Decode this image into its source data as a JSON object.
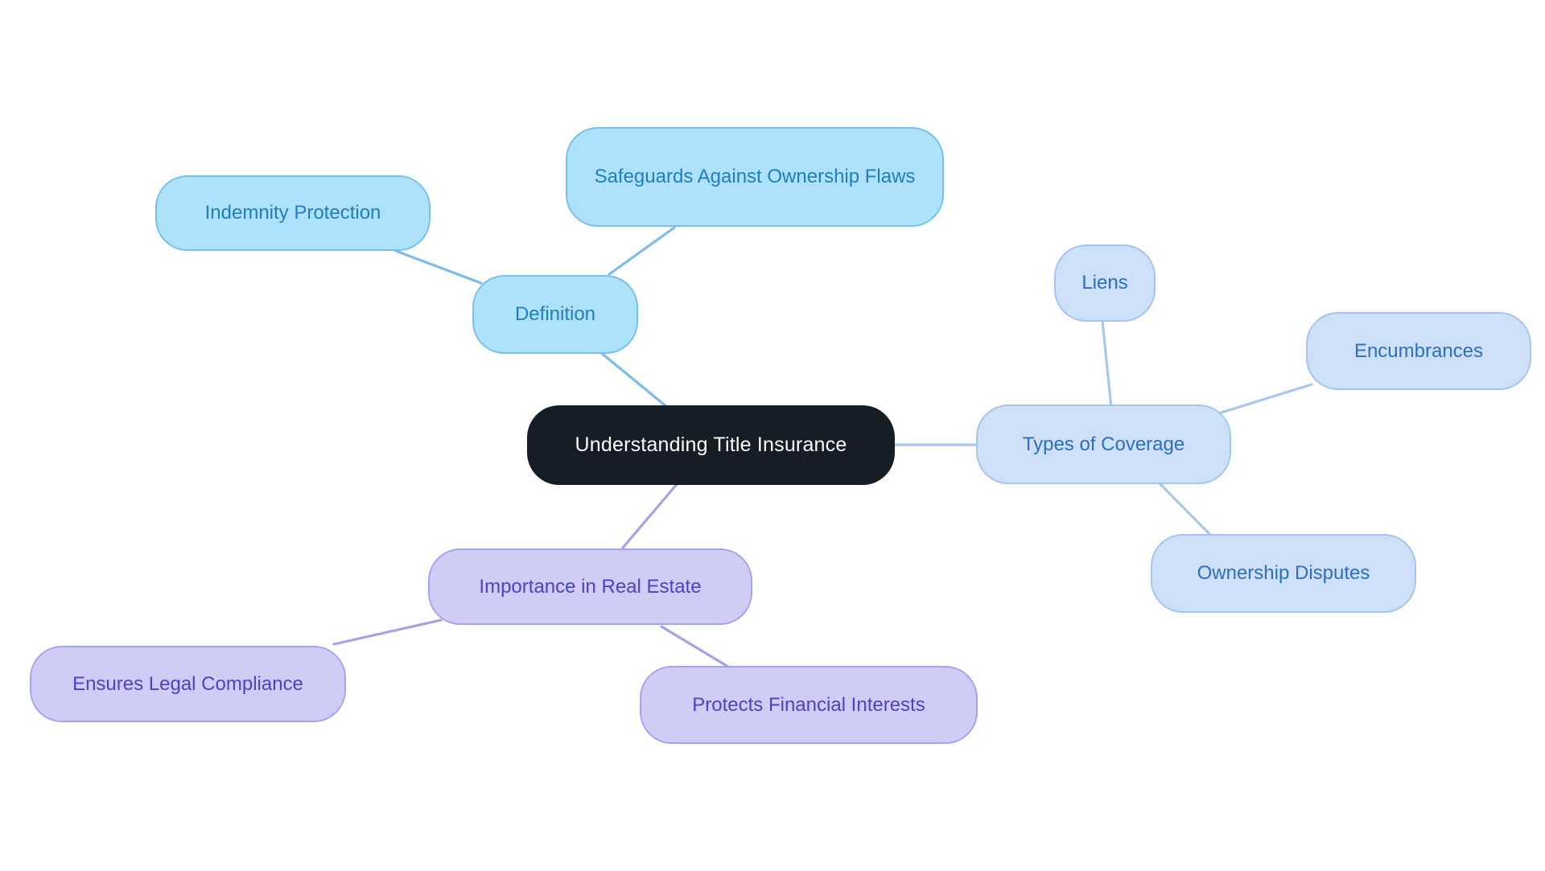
{
  "diagram": {
    "type": "mindmap",
    "background": "#ffffff",
    "root": {
      "label": "Understanding Title Insurance",
      "fill": "#171d27",
      "text_color": "#fcfdfe"
    },
    "branches": [
      {
        "id": "definition",
        "label": "Definition",
        "fill": "#aee1fb",
        "border": "#75c0ee",
        "text_color": "#1f7ec2",
        "edge_color": "#7cbce9",
        "children": [
          {
            "label": "Indemnity Protection"
          },
          {
            "label": "Safeguards Against Ownership Flaws"
          }
        ]
      },
      {
        "id": "types-of-coverage",
        "label": "Types of Coverage",
        "fill": "#cee0f8",
        "border": "#a3c4ef",
        "text_color": "#2b6fc4",
        "edge_color": "#a9c7ed",
        "children": [
          {
            "label": "Liens"
          },
          {
            "label": "Encumbrances"
          },
          {
            "label": "Ownership Disputes"
          }
        ]
      },
      {
        "id": "importance-in-real-estate",
        "label": "Importance in Real Estate",
        "fill": "#cfcdf6",
        "border": "#a6a3ee",
        "text_color": "#4843c9",
        "edge_color": "#a4a2e6",
        "children": [
          {
            "label": "Ensures Legal Compliance"
          },
          {
            "label": "Protects Financial Interests"
          }
        ]
      }
    ]
  }
}
